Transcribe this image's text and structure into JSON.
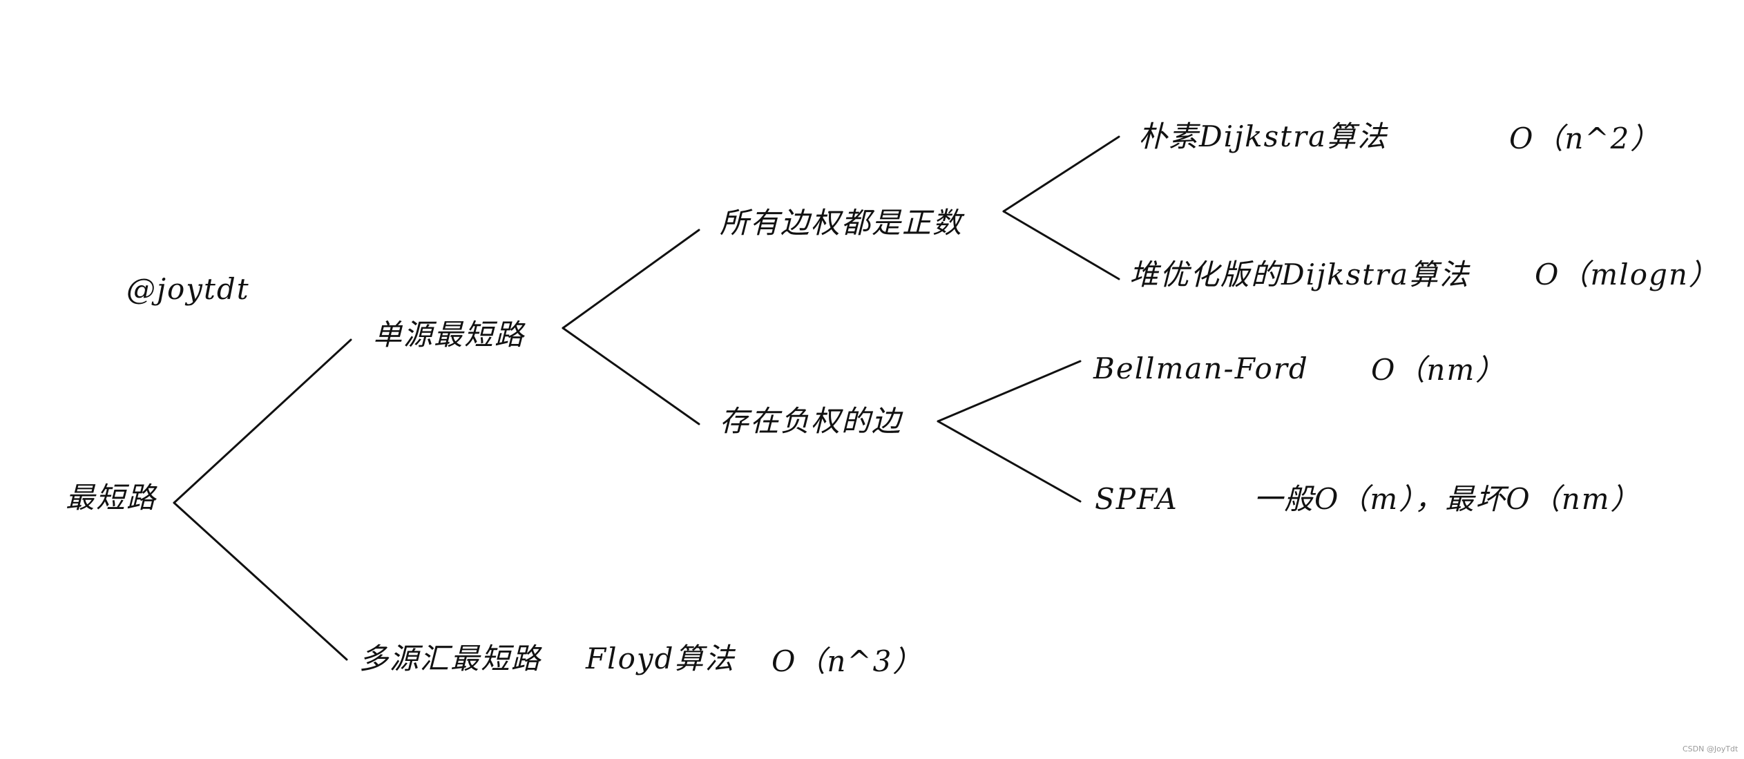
{
  "author": "@joytdt",
  "root": "最短路",
  "single_source": {
    "label": "单源最短路",
    "positive": {
      "label": "所有边权都是正数",
      "naive": {
        "name": "朴素Dijkstra算法",
        "complexity": "O（n^2）"
      },
      "heap": {
        "name": "堆优化版的Dijkstra算法",
        "complexity": "O（mlogn）"
      }
    },
    "negative": {
      "label": "存在负权的边",
      "bellman": {
        "name": "Bellman-Ford",
        "complexity": "O（nm）"
      },
      "spfa": {
        "name": "SPFA",
        "complexity": "一般O（m），最坏O（nm）"
      }
    }
  },
  "multi_source": {
    "label": "多源汇最短路",
    "floyd": {
      "name": "Floyd算法",
      "complexity": "O（n^3）"
    }
  },
  "watermark": "CSDN @JoyTdt",
  "colors": {
    "ink": "#111111",
    "background": "#ffffff",
    "watermark": "#9a9a9a"
  }
}
